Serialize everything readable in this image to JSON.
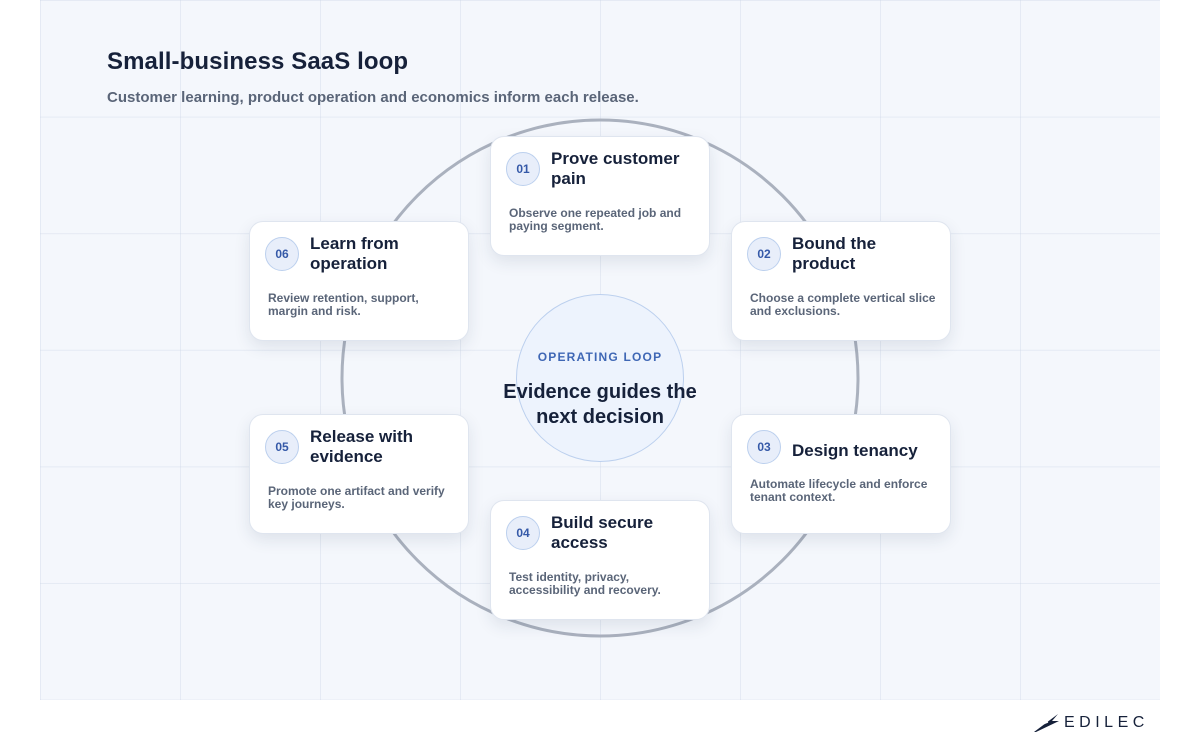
{
  "header": {
    "title": "Small-business SaaS loop",
    "subtitle": "Customer learning, product operation and economics inform each release."
  },
  "center": {
    "kicker": "OPERATING LOOP",
    "text": "Evidence guides the next decision"
  },
  "steps": [
    {
      "number": "01",
      "title": "Prove customer pain",
      "description": "Observe one repeated job and paying segment."
    },
    {
      "number": "02",
      "title": "Bound the product",
      "description": "Choose a complete vertical slice and exclusions."
    },
    {
      "number": "03",
      "title": "Design tenancy",
      "description": "Automate lifecycle and enforce tenant context."
    },
    {
      "number": "04",
      "title": "Build secure access",
      "description": "Test identity, privacy, accessibility and recovery."
    },
    {
      "number": "05",
      "title": "Release with evidence",
      "description": "Promote one artifact and verify key journeys."
    },
    {
      "number": "06",
      "title": "Learn from operation",
      "description": "Review retention, support, margin and risk."
    }
  ],
  "brand": {
    "name": "EDILEC",
    "icon": "edilec-logo-icon"
  },
  "colors": {
    "accent": "#3f67b5",
    "title": "#16213a",
    "muted": "#5a6578",
    "ring": "#aab1be",
    "panel": "#f4f7fc"
  }
}
